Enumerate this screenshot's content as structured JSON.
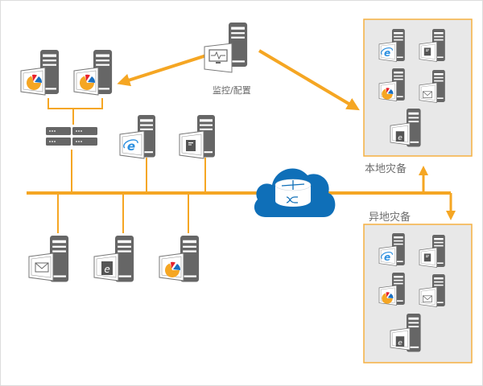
{
  "diagram": {
    "title": "",
    "monitor_node": {
      "label": "监控/配置",
      "icon": "monitor-pulse-icon"
    },
    "local_backup": {
      "label": "本地灾备"
    },
    "remote_backup": {
      "label": "异地灾备"
    },
    "cloud": {
      "icon": "cloud-router-icon"
    },
    "colors": {
      "link": "#f5a623",
      "server": "#666666",
      "cloud": "#0f6fb8",
      "backup_box_fill": "#e8e8e8",
      "backup_box_border": "#f5b041",
      "pie_orange": "#f5a623",
      "pie_red": "#e8202a",
      "pie_blue": "#1a6fc0",
      "ie_blue": "#2b8fe0"
    },
    "nodes": [
      {
        "id": "app-server-1",
        "icon": "chart-pie-icon"
      },
      {
        "id": "app-server-2",
        "icon": "chart-pie-icon"
      },
      {
        "id": "storage-switch",
        "icon": "storage-array-icon"
      },
      {
        "id": "web-server-top",
        "icon": "ie-browser-icon"
      },
      {
        "id": "file-server-top",
        "icon": "document-icon"
      },
      {
        "id": "mail-server",
        "icon": "mail-icon"
      },
      {
        "id": "edge-server",
        "icon": "edge-document-icon"
      },
      {
        "id": "bi-server",
        "icon": "chart-pie-icon"
      }
    ],
    "backup_servers": [
      {
        "icon": "ie-browser-icon"
      },
      {
        "icon": "document-icon"
      },
      {
        "icon": "chart-pie-icon"
      },
      {
        "icon": "mail-icon"
      },
      {
        "icon": "edge-document-icon"
      }
    ]
  }
}
